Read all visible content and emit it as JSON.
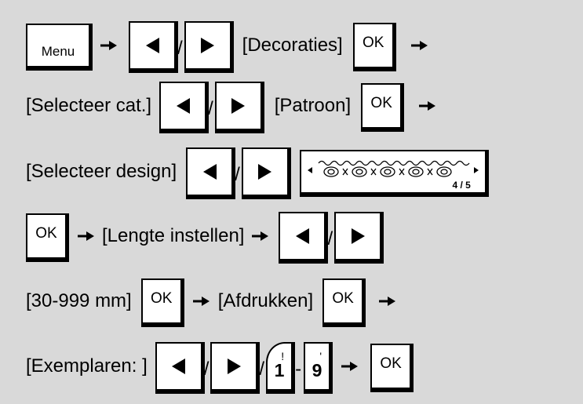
{
  "keys": {
    "menu": "Menu",
    "ok": "OK",
    "slash": "/",
    "dash": "-",
    "num1": "1",
    "num9": "9",
    "tick1": "!",
    "tick9": "'"
  },
  "steps": {
    "decoraties": "[Decoraties]",
    "selecteer_cat": "[Selecteer cat.]",
    "patroon": "[Patroon]",
    "selecteer_design": "[Selecteer design]",
    "lengte_instellen": "[Lengte instellen]",
    "range": "[30-999 mm]",
    "afdrukken": "[Afdrukken]",
    "exemplaren": "[Exemplaren: ]"
  },
  "lcd": {
    "page_indicator": "4 / 5"
  },
  "colors": {
    "background": "#d9d9d9",
    "key_fill": "#ffffff",
    "ink": "#000000"
  },
  "icons": [
    "left-triangle-icon",
    "right-triangle-icon",
    "right-arrow-icon",
    "pattern-preview-icon"
  ]
}
